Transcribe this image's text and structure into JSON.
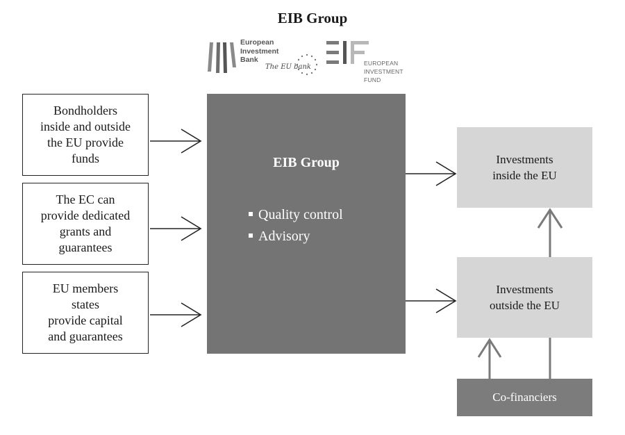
{
  "title": "EIB Group",
  "logos": {
    "eib_lines": [
      "European",
      "Investment",
      "Bank"
    ],
    "eib_tagline": "The EU bank",
    "eif_lines": [
      "EUROPEAN",
      "INVESTMENT",
      "FUND"
    ]
  },
  "sources": [
    {
      "lines": [
        "Bondholders",
        "inside and outside",
        "the EU provide",
        "funds"
      ]
    },
    {
      "lines": [
        "The EC can",
        "provide dedicated",
        "grants and",
        "guarantees"
      ]
    },
    {
      "lines": [
        "EU members",
        "states",
        "provide capital",
        "and guarantees"
      ]
    }
  ],
  "center": {
    "title": "EIB Group",
    "items": [
      "Quality control",
      "Advisory"
    ]
  },
  "investments": [
    {
      "lines": [
        "Investments",
        "inside the EU"
      ]
    },
    {
      "lines": [
        "Investments",
        "outside the EU"
      ]
    }
  ],
  "cofinanciers": "Co-financiers",
  "colors": {
    "center_box": "#747474",
    "investment_box": "#d6d6d6",
    "cofinanciers_box": "#7c7c7c",
    "arrow_dark": "#222222",
    "arrow_grey": "#7a7a7a"
  }
}
